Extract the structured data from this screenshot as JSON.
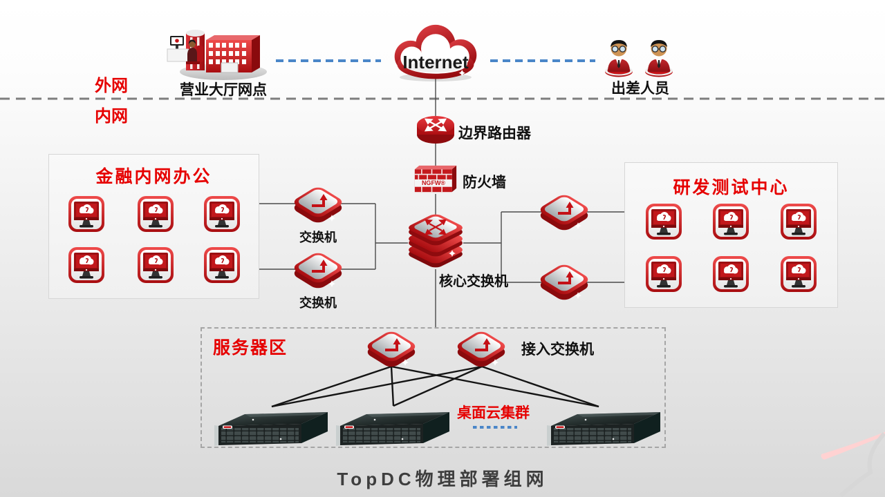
{
  "colors": {
    "accent_red": "#e60000",
    "dash_blue": "#4a86c8",
    "line": "#4a4a4a"
  },
  "separator": {
    "external_label": "外网",
    "internal_label": "内网"
  },
  "external_nodes": {
    "branch_office": "营业大厅网点",
    "internet": "Internet",
    "travelers": "出差人员"
  },
  "backbone": {
    "border_router": "边界路由器",
    "firewall": "防火墙",
    "firewall_badge": "NGFW®",
    "core_switch": "核心交换机",
    "access_switch": "接入交换机",
    "switch": "交换机"
  },
  "zones": {
    "finance_office": {
      "title": "金融内网办公",
      "workstations": 6
    },
    "rnd_center": {
      "title": "研发测试中心",
      "workstations": 6
    },
    "server_area": {
      "title": "服务器区",
      "cluster_label": "桌面云集群",
      "servers": 3
    }
  },
  "footer": {
    "title": "TopDC物理部署组网"
  }
}
